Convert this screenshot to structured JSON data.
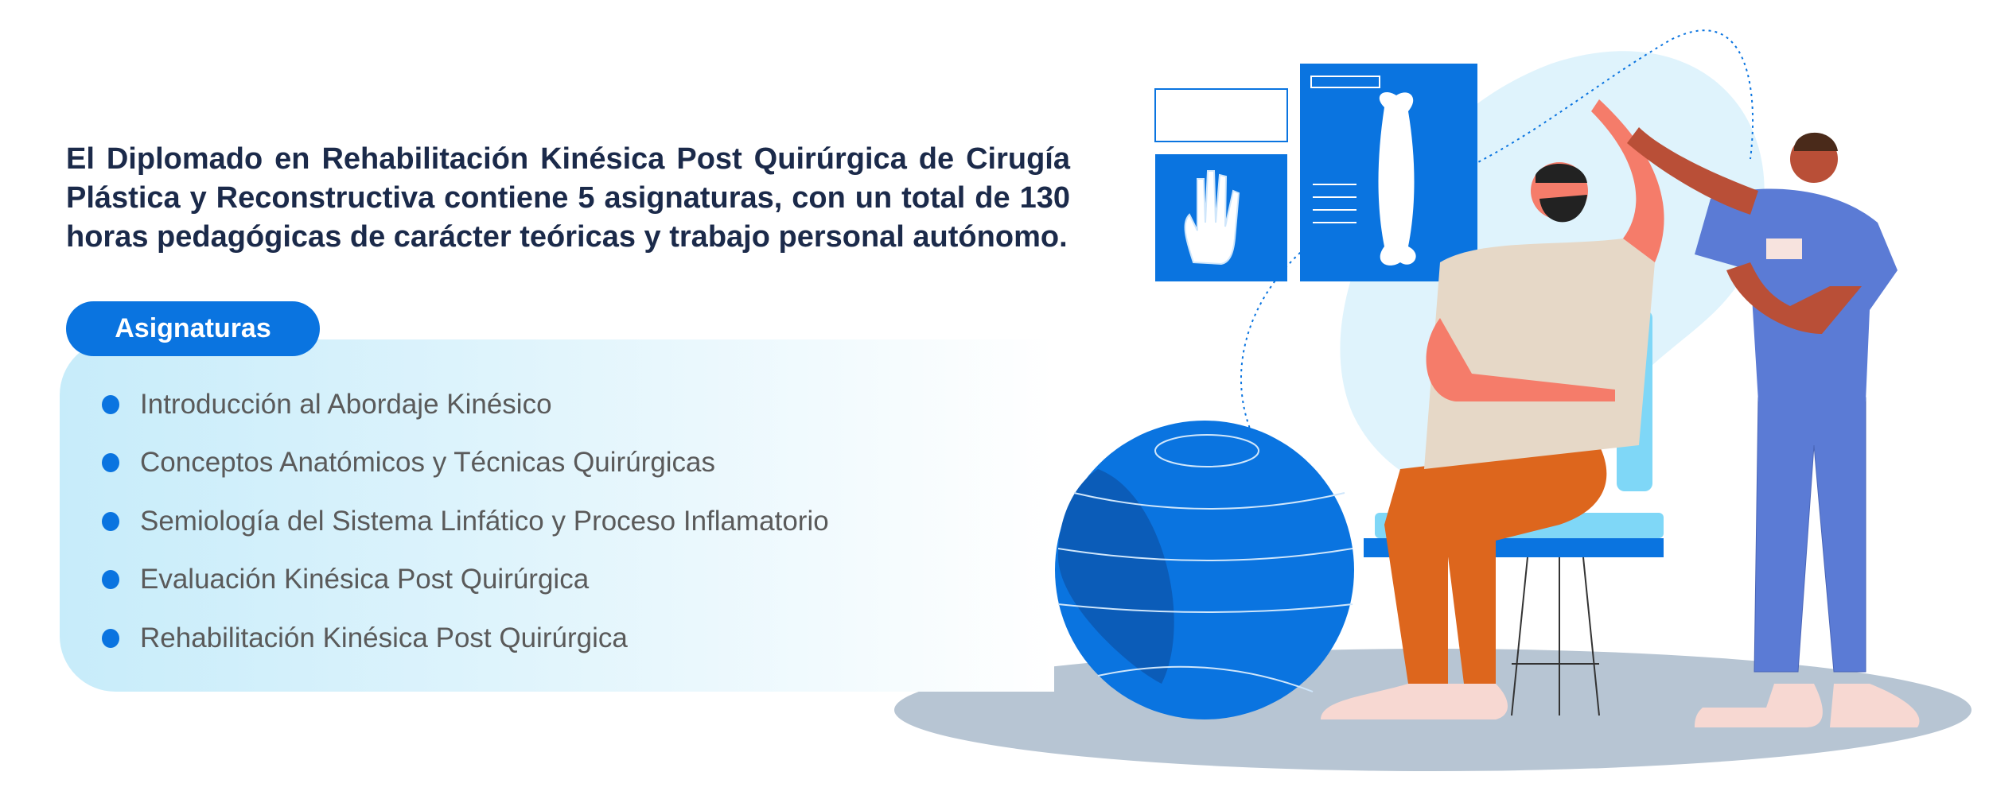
{
  "intro": {
    "text": "El Diplomado en Rehabilitación Kinésica Post Quirúrgica de Cirugía Plástica y Reconstructiva contiene 5 asignaturas, con un total de 130 horas pedagógicas de carácter teóricas y trabajo personal autónomo."
  },
  "subjects": {
    "title": "Asignaturas",
    "items": [
      "Introducción al Abordaje Kinésico",
      "Conceptos Anatómicos y Técnicas Quirúrgicas",
      "Semiología del Sistema Linfático y Proceso Inflamatorio",
      "Evaluación Kinésica Post Quirúrgica",
      "Rehabilitación Kinésica Post Quirúrgica"
    ]
  },
  "colors": {
    "accent": "#0a74e0",
    "heading": "#1b2a4a",
    "body": "#5a5a5a",
    "uniform": "#5b7bd5"
  }
}
